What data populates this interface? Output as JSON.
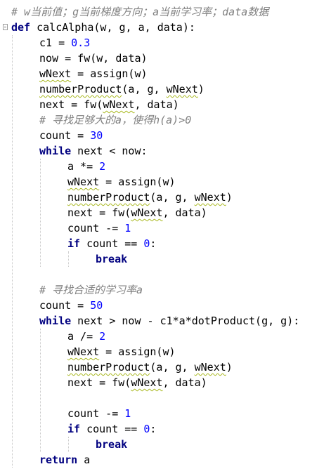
{
  "editor": {
    "language": "python",
    "colors": {
      "keyword": "#000080",
      "number": "#0000ff",
      "comment": "#808080",
      "text": "#000000",
      "background": "#ffffff"
    },
    "lines": [
      {
        "indent": 0,
        "tokens": [
          {
            "t": "cm",
            "v": "# w当前值；g当前梯度方向；a当前学习率；data数据"
          }
        ]
      },
      {
        "indent": 0,
        "fold": true,
        "tokens": [
          {
            "t": "kw",
            "v": "def"
          },
          {
            "t": "tx",
            "v": " calcAlpha(w, g, a, data):"
          }
        ]
      },
      {
        "indent": 1,
        "tokens": [
          {
            "t": "tx",
            "v": "c1 = "
          },
          {
            "t": "num",
            "v": "0.3"
          }
        ]
      },
      {
        "indent": 1,
        "tokens": [
          {
            "t": "tx",
            "v": "now = fw(w, data)"
          }
        ]
      },
      {
        "indent": 1,
        "tokens": [
          {
            "t": "sq",
            "v": "wNext"
          },
          {
            "t": "tx",
            "v": " = assign(w)"
          }
        ]
      },
      {
        "indent": 1,
        "tokens": [
          {
            "t": "sq",
            "v": "numberProduct"
          },
          {
            "t": "tx",
            "v": "(a, g, "
          },
          {
            "t": "sq",
            "v": "wNext"
          },
          {
            "t": "tx",
            "v": ")"
          }
        ]
      },
      {
        "indent": 1,
        "tokens": [
          {
            "t": "tx",
            "v": "next = fw("
          },
          {
            "t": "sq",
            "v": "wNext"
          },
          {
            "t": "tx",
            "v": ", data)"
          }
        ]
      },
      {
        "indent": 1,
        "tokens": [
          {
            "t": "cm",
            "v": "# 寻找足够大的a，使得h(a)>0"
          }
        ]
      },
      {
        "indent": 1,
        "tokens": [
          {
            "t": "tx",
            "v": "count = "
          },
          {
            "t": "num",
            "v": "30"
          }
        ]
      },
      {
        "indent": 1,
        "tokens": [
          {
            "t": "kw",
            "v": "while"
          },
          {
            "t": "tx",
            "v": " next < now:"
          }
        ]
      },
      {
        "indent": 2,
        "tokens": [
          {
            "t": "tx",
            "v": "a *= "
          },
          {
            "t": "num",
            "v": "2"
          }
        ]
      },
      {
        "indent": 2,
        "tokens": [
          {
            "t": "sq",
            "v": "wNext"
          },
          {
            "t": "tx",
            "v": " = assign(w)"
          }
        ]
      },
      {
        "indent": 2,
        "tokens": [
          {
            "t": "sq",
            "v": "numberProduct"
          },
          {
            "t": "tx",
            "v": "(a, g, "
          },
          {
            "t": "sq",
            "v": "wNext"
          },
          {
            "t": "tx",
            "v": ")"
          }
        ]
      },
      {
        "indent": 2,
        "tokens": [
          {
            "t": "tx",
            "v": "next = fw("
          },
          {
            "t": "sq",
            "v": "wNext"
          },
          {
            "t": "tx",
            "v": ", data)"
          }
        ]
      },
      {
        "indent": 2,
        "tokens": [
          {
            "t": "tx",
            "v": "count -= "
          },
          {
            "t": "num",
            "v": "1"
          }
        ]
      },
      {
        "indent": 2,
        "tokens": [
          {
            "t": "kw",
            "v": "if"
          },
          {
            "t": "tx",
            "v": " count == "
          },
          {
            "t": "num",
            "v": "0"
          },
          {
            "t": "tx",
            "v": ":"
          }
        ]
      },
      {
        "indent": 3,
        "tokens": [
          {
            "t": "kw",
            "v": "break"
          }
        ]
      },
      {
        "indent": 0,
        "tokens": []
      },
      {
        "indent": 1,
        "tokens": [
          {
            "t": "cm",
            "v": "# 寻找合适的学习率a"
          }
        ]
      },
      {
        "indent": 1,
        "tokens": [
          {
            "t": "tx",
            "v": "count = "
          },
          {
            "t": "num",
            "v": "50"
          }
        ]
      },
      {
        "indent": 1,
        "tokens": [
          {
            "t": "kw",
            "v": "while"
          },
          {
            "t": "tx",
            "v": " next > now - c1*a*dotProduct(g, g):"
          }
        ]
      },
      {
        "indent": 2,
        "tokens": [
          {
            "t": "tx",
            "v": "a /= "
          },
          {
            "t": "num",
            "v": "2"
          }
        ]
      },
      {
        "indent": 2,
        "tokens": [
          {
            "t": "sq",
            "v": "wNext"
          },
          {
            "t": "tx",
            "v": " = assign(w)"
          }
        ]
      },
      {
        "indent": 2,
        "tokens": [
          {
            "t": "sq",
            "v": "numberProduct"
          },
          {
            "t": "tx",
            "v": "(a, g, "
          },
          {
            "t": "sq",
            "v": "wNext"
          },
          {
            "t": "tx",
            "v": ")"
          }
        ]
      },
      {
        "indent": 2,
        "tokens": [
          {
            "t": "tx",
            "v": "next = fw("
          },
          {
            "t": "sq",
            "v": "wNext"
          },
          {
            "t": "tx",
            "v": ", data)"
          }
        ]
      },
      {
        "indent": 0,
        "tokens": []
      },
      {
        "indent": 2,
        "tokens": [
          {
            "t": "tx",
            "v": "count -= "
          },
          {
            "t": "num",
            "v": "1"
          }
        ]
      },
      {
        "indent": 2,
        "tokens": [
          {
            "t": "kw",
            "v": "if"
          },
          {
            "t": "tx",
            "v": " count == "
          },
          {
            "t": "num",
            "v": "0"
          },
          {
            "t": "tx",
            "v": ":"
          }
        ]
      },
      {
        "indent": 3,
        "tokens": [
          {
            "t": "kw",
            "v": "break"
          }
        ]
      },
      {
        "indent": 1,
        "tokens": [
          {
            "t": "kw",
            "v": "return"
          },
          {
            "t": "tx",
            "v": " a"
          }
        ]
      }
    ]
  }
}
